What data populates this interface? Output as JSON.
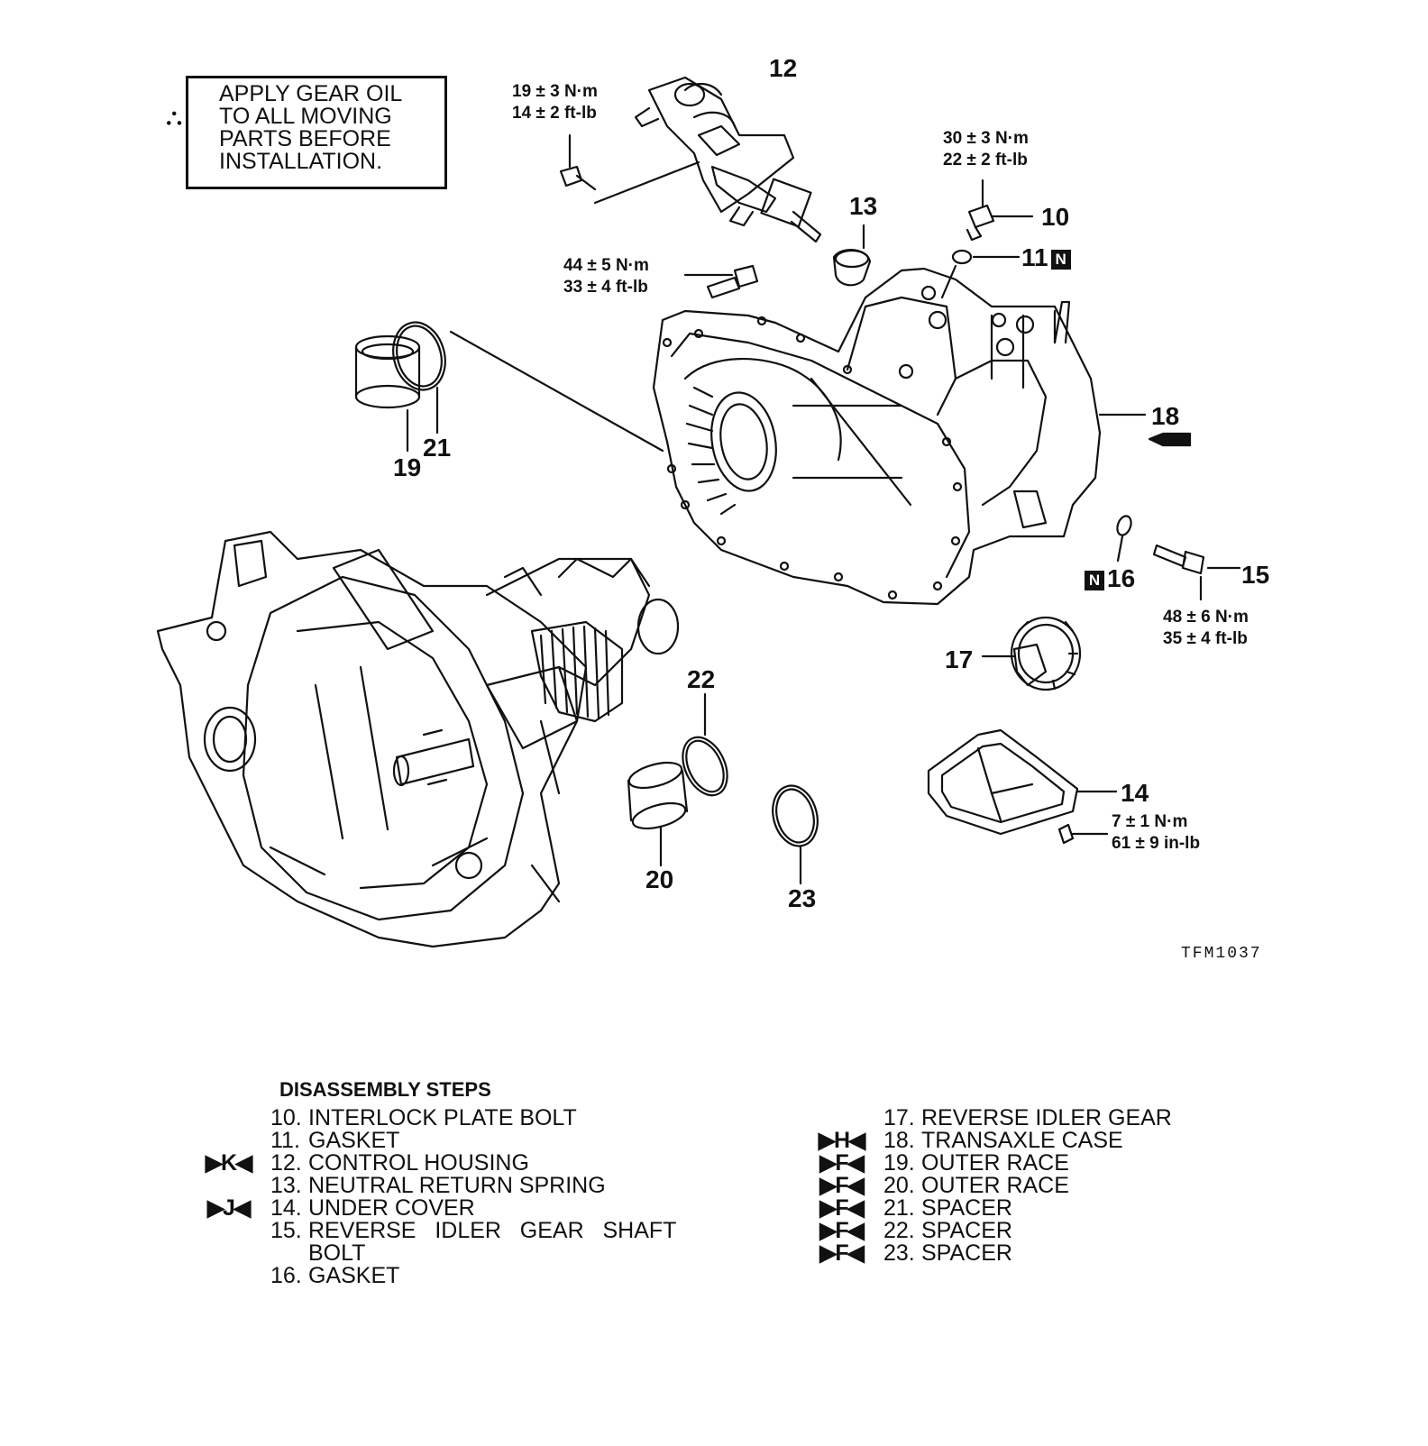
{
  "note": {
    "icon": "oil-can-icon",
    "lines": [
      "APPLY GEAR OIL",
      "TO ALL MOVING",
      "PARTS BEFORE",
      "INSTALLATION."
    ]
  },
  "callouts": {
    "c10": "10",
    "c11": "11",
    "c12": "12",
    "c13": "13",
    "c14": "14",
    "c15": "15",
    "c16": "16",
    "c17": "17",
    "c18": "18",
    "c19": "19",
    "c20": "20",
    "c21": "21",
    "c22": "22",
    "c23": "23"
  },
  "badge_new": "N",
  "torques": {
    "t12_nm": "19 ± 3 N·m",
    "t12_ft": "14 ± 2 ft-lb",
    "t10_nm": "30 ± 3 N·m",
    "t10_ft": "22 ± 2 ft-lb",
    "t13_nm": "44 ± 5 N·m",
    "t13_ft": "33 ± 4 ft-lb",
    "t15_nm": "48 ± 6 N·m",
    "t15_ft": "35 ± 4 ft-lb",
    "t14_nm": "7 ± 1 N·m",
    "t14_ft": "61 ± 9 in-lb"
  },
  "figure_code": "TFM1037",
  "steps_title": "DISASSEMBLY STEPS",
  "steps_left": [
    {
      "mark": "",
      "num": "10.",
      "text": "INTERLOCK PLATE BOLT"
    },
    {
      "mark": "",
      "num": "11.",
      "text": "GASKET"
    },
    {
      "mark": "▶K◀",
      "num": "12.",
      "text": "CONTROL HOUSING"
    },
    {
      "mark": "",
      "num": "13.",
      "text": "NEUTRAL RETURN SPRING"
    },
    {
      "mark": "▶J◀",
      "num": "14.",
      "text": "UNDER COVER"
    },
    {
      "mark": "",
      "num": "15.",
      "text": "REVERSE   IDLER   GEAR   SHAFT"
    },
    {
      "mark": "",
      "num": "",
      "text": "BOLT"
    },
    {
      "mark": "",
      "num": "16.",
      "text": "GASKET"
    }
  ],
  "steps_right": [
    {
      "mark": "",
      "num": "17.",
      "text": "REVERSE IDLER GEAR"
    },
    {
      "mark": "▶H◀",
      "num": "18.",
      "text": "TRANSAXLE CASE"
    },
    {
      "mark": "▶F◀",
      "num": "19.",
      "text": "OUTER RACE"
    },
    {
      "mark": "▶F◀",
      "num": "20.",
      "text": "OUTER RACE"
    },
    {
      "mark": "▶F◀",
      "num": "21.",
      "text": "SPACER"
    },
    {
      "mark": "▶F◀",
      "num": "22.",
      "text": "SPACER"
    },
    {
      "mark": "▶F◀",
      "num": "23.",
      "text": "SPACER"
    }
  ]
}
